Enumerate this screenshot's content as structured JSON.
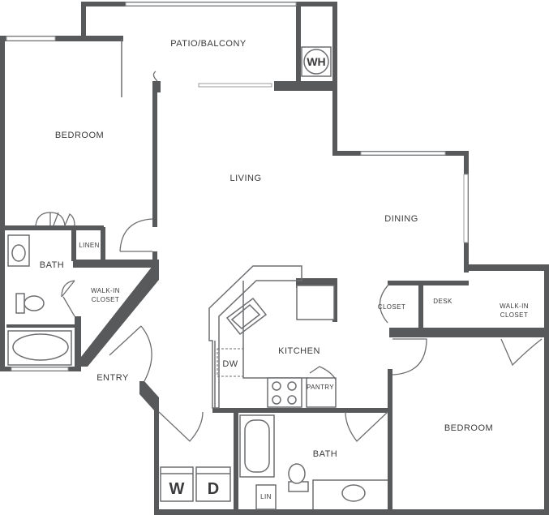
{
  "rooms": {
    "patio": "PATIO/BALCONY",
    "bedroom_left": "BEDROOM",
    "living": "LIVING",
    "dining": "DINING",
    "bath_left": "BATH",
    "linen": "LINEN",
    "walkin_left_1": "WALK-IN",
    "walkin_left_2": "CLOSET",
    "entry": "ENTRY",
    "kitchen": "KITCHEN",
    "closet_small": "CLOSET",
    "desk": "DESK",
    "walkin_right_1": "WALK-IN",
    "walkin_right_2": "CLOSET",
    "bedroom_right": "BEDROOM",
    "bath_bottom": "BATH",
    "pantry": "PANTRY",
    "lin": "LIN"
  },
  "appliances": {
    "water_heater": "WH",
    "dishwasher": "DW",
    "washer": "W",
    "dryer": "D"
  }
}
